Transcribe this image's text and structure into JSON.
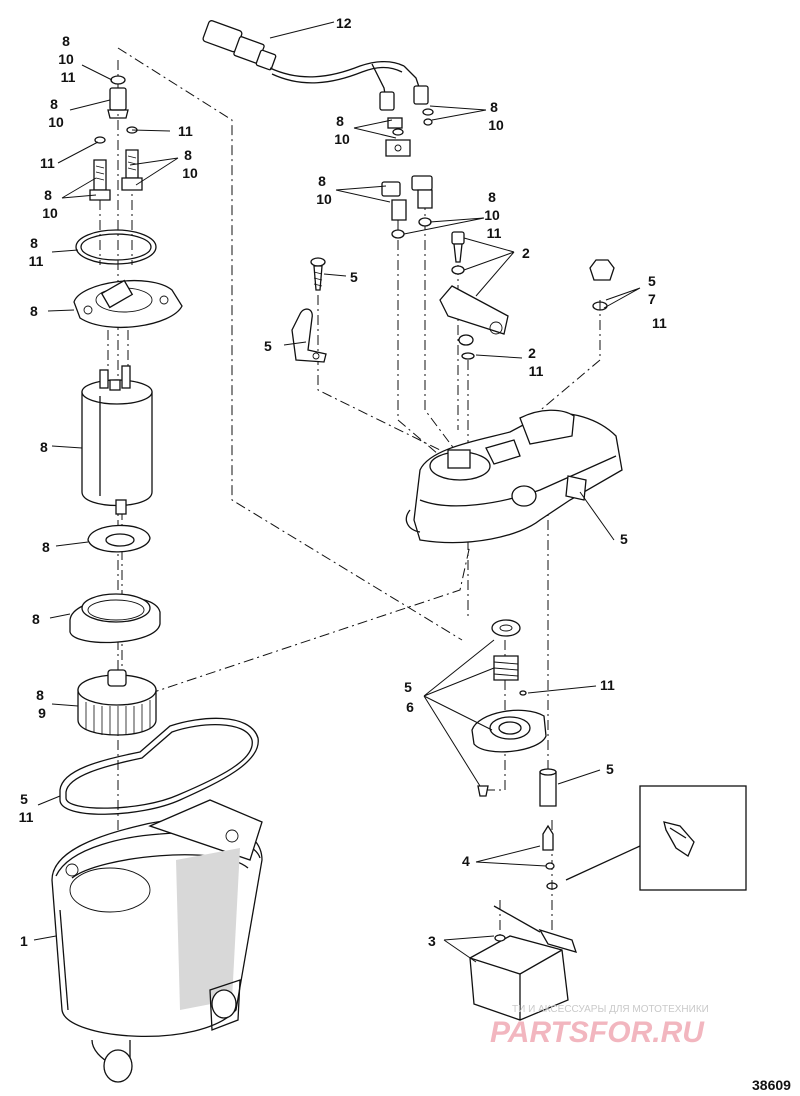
{
  "diagram": {
    "figure_number": "38609",
    "callouts": [
      {
        "id": "c12",
        "lines": [
          "12"
        ]
      },
      {
        "id": "c_8_10_11_a",
        "lines": [
          "8",
          "10",
          "11"
        ]
      },
      {
        "id": "c_8_10_a",
        "lines": [
          "8",
          "10"
        ]
      },
      {
        "id": "c_11_a",
        "lines": [
          "11"
        ]
      },
      {
        "id": "c_11_b",
        "lines": [
          "11"
        ]
      },
      {
        "id": "c_8_10_b",
        "lines": [
          "8",
          "10"
        ]
      },
      {
        "id": "c_8_10_c",
        "lines": [
          "8",
          "10"
        ]
      },
      {
        "id": "c_8_11_a",
        "lines": [
          "8",
          "11"
        ]
      },
      {
        "id": "c_8_a",
        "lines": [
          "8"
        ]
      },
      {
        "id": "c_8_b",
        "lines": [
          "8"
        ]
      },
      {
        "id": "c_8_c",
        "lines": [
          "8"
        ]
      },
      {
        "id": "c_8_d",
        "lines": [
          "8"
        ]
      },
      {
        "id": "c_8_9",
        "lines": [
          "8",
          "9"
        ]
      },
      {
        "id": "c_5_11_a",
        "lines": [
          "5",
          "11"
        ]
      },
      {
        "id": "c_1",
        "lines": [
          "1"
        ]
      },
      {
        "id": "c_8_10_d",
        "lines": [
          "8",
          "10"
        ]
      },
      {
        "id": "c_8_10_e",
        "lines": [
          "8",
          "10"
        ]
      },
      {
        "id": "c_8_10_f",
        "lines": [
          "8",
          "10"
        ]
      },
      {
        "id": "c_8_10_g",
        "lines": [
          "8",
          "10"
        ]
      },
      {
        "id": "c_8_10_11_b",
        "lines": [
          "8",
          "10",
          "11"
        ]
      },
      {
        "id": "c_2_a",
        "lines": [
          "2"
        ]
      },
      {
        "id": "c_5_a",
        "lines": [
          "5"
        ]
      },
      {
        "id": "c_5_7_11",
        "lines": [
          "5",
          "7",
          "11"
        ]
      },
      {
        "id": "c_5_b",
        "lines": [
          "5"
        ]
      },
      {
        "id": "c_2_11",
        "lines": [
          "2",
          "11"
        ]
      },
      {
        "id": "c_5_c",
        "lines": [
          "5"
        ]
      },
      {
        "id": "c_5_6",
        "lines": [
          "5",
          "6"
        ]
      },
      {
        "id": "c_11_c",
        "lines": [
          "11"
        ]
      },
      {
        "id": "c_5_d",
        "lines": [
          "5"
        ]
      },
      {
        "id": "c_4",
        "lines": [
          "4"
        ]
      },
      {
        "id": "c_3",
        "lines": [
          "3"
        ]
      }
    ],
    "watermark": {
      "small_text": "ТИ И АКСЕССУАРЫ ДЛЯ МОТОТЕХНИКИ",
      "logo_text": "PARTSFOR.RU"
    }
  }
}
